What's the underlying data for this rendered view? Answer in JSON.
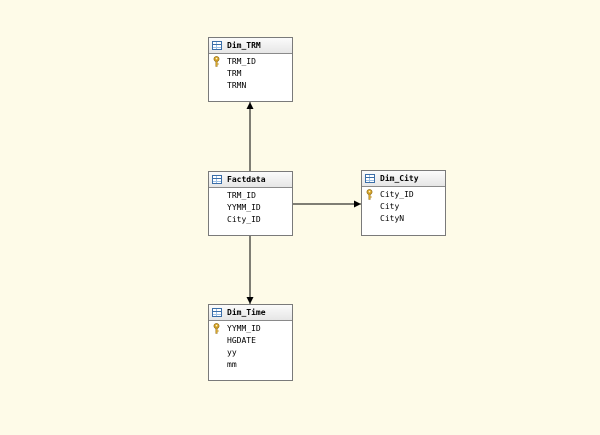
{
  "colors": {
    "background": "#fefbe8",
    "table_border": "#7a7a7a",
    "connector": "#000000",
    "key": "#d8a628"
  },
  "tables": {
    "dim_trm": {
      "title": "Dim_TRM",
      "columns": [
        {
          "name": "TRM_ID",
          "is_key": true
        },
        {
          "name": "TRM",
          "is_key": false
        },
        {
          "name": "TRMN",
          "is_key": false
        }
      ]
    },
    "factdata": {
      "title": "Factdata",
      "columns": [
        {
          "name": "TRM_ID",
          "is_key": false
        },
        {
          "name": "YYMM_ID",
          "is_key": false
        },
        {
          "name": "City_ID",
          "is_key": false
        }
      ]
    },
    "dim_city": {
      "title": "Dim_City",
      "columns": [
        {
          "name": "City_ID",
          "is_key": true
        },
        {
          "name": "City",
          "is_key": false
        },
        {
          "name": "CityN",
          "is_key": false
        }
      ]
    },
    "dim_time": {
      "title": "Dim_Time",
      "columns": [
        {
          "name": "YYMM_ID",
          "is_key": true
        },
        {
          "name": "HGDATE",
          "is_key": false
        },
        {
          "name": "yy",
          "is_key": false
        },
        {
          "name": "mm",
          "is_key": false
        }
      ]
    }
  },
  "relationships": [
    {
      "from": "factdata",
      "to": "dim_trm"
    },
    {
      "from": "factdata",
      "to": "dim_city"
    },
    {
      "from": "factdata",
      "to": "dim_time"
    }
  ]
}
